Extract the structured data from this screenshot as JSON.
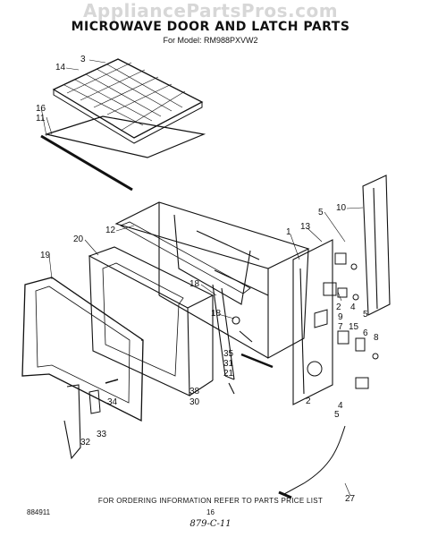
{
  "header": {
    "watermark": "AppliancePartsPros.com",
    "title": "MICROWAVE DOOR AND LATCH PARTS",
    "model": "For Model: RM988PXVW2"
  },
  "callouts": [
    {
      "id": "c3",
      "text": "3"
    },
    {
      "id": "c14",
      "text": "14"
    },
    {
      "id": "c16",
      "text": "16"
    },
    {
      "id": "c11",
      "text": "11"
    },
    {
      "id": "c12",
      "text": "12"
    },
    {
      "id": "c20",
      "text": "20"
    },
    {
      "id": "c19",
      "text": "19"
    },
    {
      "id": "c18a",
      "text": "18"
    },
    {
      "id": "c18b",
      "text": "18"
    },
    {
      "id": "c35",
      "text": "35"
    },
    {
      "id": "c31",
      "text": "31"
    },
    {
      "id": "c21",
      "text": "21"
    },
    {
      "id": "c38",
      "text": "38"
    },
    {
      "id": "c30",
      "text": "30"
    },
    {
      "id": "c34",
      "text": "34"
    },
    {
      "id": "c33",
      "text": "33"
    },
    {
      "id": "c32",
      "text": "32"
    },
    {
      "id": "c1",
      "text": "1"
    },
    {
      "id": "c13",
      "text": "13"
    },
    {
      "id": "c5a",
      "text": "5"
    },
    {
      "id": "c10",
      "text": "10"
    },
    {
      "id": "c2a",
      "text": "2"
    },
    {
      "id": "c4a",
      "text": "4"
    },
    {
      "id": "c5b",
      "text": "5"
    },
    {
      "id": "c9",
      "text": "9"
    },
    {
      "id": "c7",
      "text": "7"
    },
    {
      "id": "c15",
      "text": "15"
    },
    {
      "id": "c6",
      "text": "6"
    },
    {
      "id": "c8",
      "text": "8"
    },
    {
      "id": "c2b",
      "text": "2"
    },
    {
      "id": "c4b",
      "text": "4"
    },
    {
      "id": "c5c",
      "text": "5"
    },
    {
      "id": "c27",
      "text": "27"
    }
  ],
  "footer": {
    "instruction": "FOR ORDERING INFORMATION REFER TO PARTS PRICE LIST",
    "doc_number": "884911",
    "page_number": "16",
    "handwritten": "879-C-11"
  }
}
